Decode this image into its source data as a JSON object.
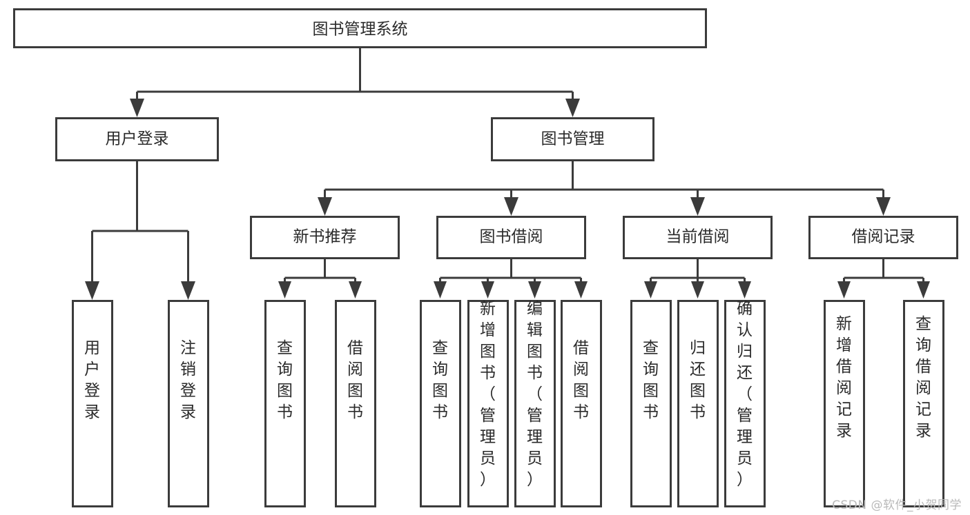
{
  "diagram": {
    "type": "tree-hierarchy",
    "title": "图书管理系统",
    "watermark": "CSDN @软件_小贺同学",
    "colors": {
      "box_stroke": "#3b3b3b",
      "box_fill": "#ffffff",
      "text": "#2a2a2a",
      "background": "#ffffff",
      "watermark": "#b9b9b9"
    },
    "nodes": {
      "root": {
        "label": "图书管理系统"
      },
      "level2": [
        {
          "label": "用户登录"
        },
        {
          "label": "图书管理"
        }
      ],
      "level3": [
        {
          "label": "新书推荐"
        },
        {
          "label": "图书借阅"
        },
        {
          "label": "当前借阅"
        },
        {
          "label": "借阅记录"
        }
      ],
      "leaves": {
        "user_login": [
          {
            "label": "用户登录"
          },
          {
            "label": "注销登录"
          }
        ],
        "new_book_recommend": [
          {
            "label": "查询图书"
          },
          {
            "label": "借阅图书"
          }
        ],
        "book_borrow": [
          {
            "label": "查询图书"
          },
          {
            "label": "新增图书（管理员）"
          },
          {
            "label": "编辑图书（管理员）"
          },
          {
            "label": "借阅图书"
          }
        ],
        "current_borrow": [
          {
            "label": "查询图书"
          },
          {
            "label": "归还图书"
          },
          {
            "label": "确认归还（管理员）"
          }
        ],
        "borrow_record": [
          {
            "label": "新增借阅记录"
          },
          {
            "label": "查询借阅记录"
          }
        ]
      }
    }
  }
}
